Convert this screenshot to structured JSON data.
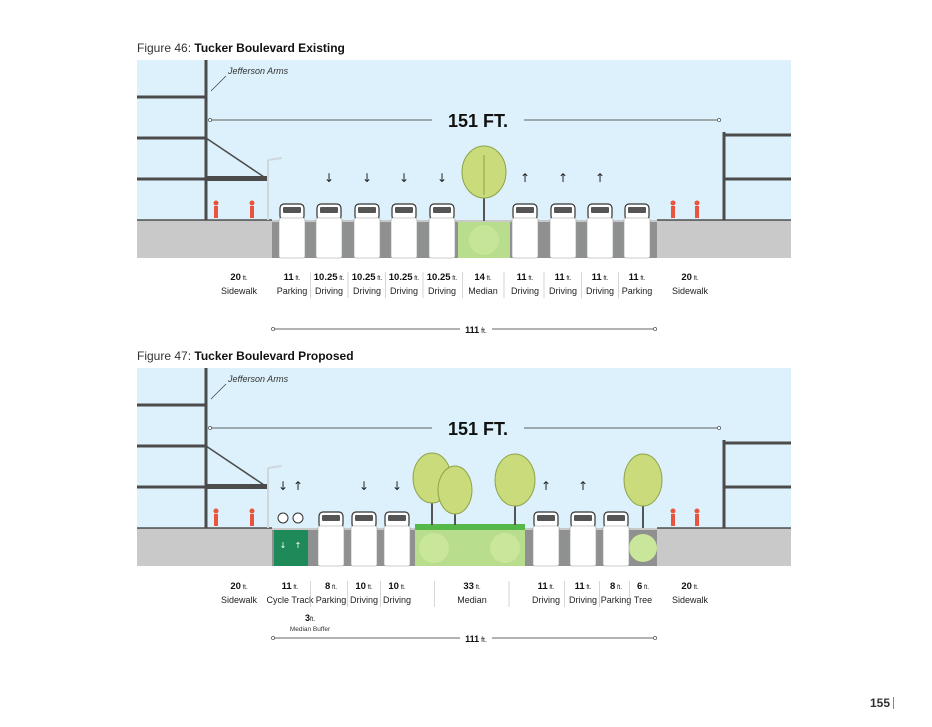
{
  "colors": {
    "sky": "#dcf1fb",
    "ground": "#c9c9c9",
    "road": "#8f9190",
    "building": "#4b4b4b",
    "tree": "#c9db7a",
    "median_grass": "#b7dd8d",
    "cycle_track": "#1e8a5a",
    "pedestrian": "#e8553c"
  },
  "figure1": {
    "prefix": "Figure 46: ",
    "title": "Tucker Boulevard Existing",
    "building_label": "Jefferson Arms",
    "total_width": "151 FT.",
    "curb_width": "111",
    "lanes": [
      {
        "value": "20",
        "unit": "ft.",
        "name": "Sidewalk"
      },
      {
        "value": "11",
        "unit": "ft.",
        "name": "Parking"
      },
      {
        "value": "10.25",
        "unit": "ft.",
        "name": "Driving"
      },
      {
        "value": "10.25",
        "unit": "ft.",
        "name": "Driving"
      },
      {
        "value": "10.25",
        "unit": "ft.",
        "name": "Driving"
      },
      {
        "value": "10.25",
        "unit": "ft.",
        "name": "Driving"
      },
      {
        "value": "14",
        "unit": "ft.",
        "name": "Median"
      },
      {
        "value": "11",
        "unit": "ft.",
        "name": "Driving"
      },
      {
        "value": "11",
        "unit": "ft.",
        "name": "Driving"
      },
      {
        "value": "11",
        "unit": "ft.",
        "name": "Driving"
      },
      {
        "value": "11",
        "unit": "ft.",
        "name": "Parking"
      },
      {
        "value": "20",
        "unit": "ft.",
        "name": "Sidewalk"
      }
    ]
  },
  "figure2": {
    "prefix": "Figure 47: ",
    "title": "Tucker Boulevard Proposed",
    "building_label": "Jefferson Arms",
    "total_width": "151 FT.",
    "curb_width": "111",
    "lanes": [
      {
        "value": "20",
        "unit": "ft.",
        "name": "Sidewalk"
      },
      {
        "value": "11",
        "unit": "ft.",
        "name": "Cycle Track"
      },
      {
        "value": "8",
        "unit": "ft.",
        "name": "Parking"
      },
      {
        "value": "10",
        "unit": "ft.",
        "name": "Driving"
      },
      {
        "value": "10",
        "unit": "ft.",
        "name": "Driving"
      },
      {
        "value": "33",
        "unit": "ft.",
        "name": "Median"
      },
      {
        "value": "11",
        "unit": "ft.",
        "name": "Driving"
      },
      {
        "value": "11",
        "unit": "ft.",
        "name": "Driving"
      },
      {
        "value": "8",
        "unit": "ft.",
        "name": "Parking"
      },
      {
        "value": "6",
        "unit": "ft.",
        "name": "Tree"
      },
      {
        "value": "20",
        "unit": "ft.",
        "name": "Sidewalk"
      }
    ],
    "buffer": {
      "value": "3",
      "unit": "ft.",
      "name": "Median Buffer"
    }
  },
  "page_number": "155"
}
